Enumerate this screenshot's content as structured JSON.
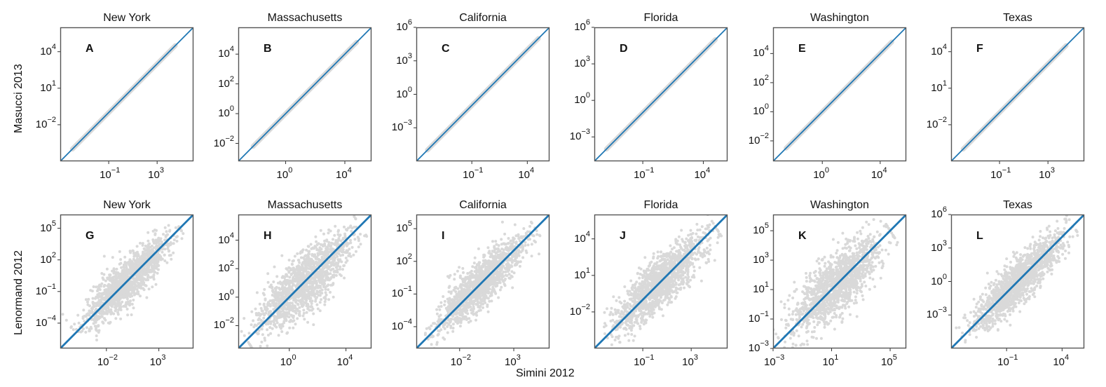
{
  "figure": {
    "row_ylabels": [
      "Masucci 2013",
      "Lenormand 2012"
    ],
    "xlabel": "Simini 2012",
    "colors": {
      "diagonal": "#1f77b4",
      "points": "#d9d9d9",
      "frame": "#555555"
    }
  },
  "chart_data": [
    {
      "type": "scatter",
      "panel": "A",
      "title": "New York",
      "ylabel": "Masucci 2013",
      "xlabel": "Simini 2012",
      "scale": "log",
      "xticks": [
        "10^-1",
        "10^3"
      ],
      "yticks": [
        "10^4",
        "10^1",
        "10^-2"
      ],
      "x_range_log10": [
        -5,
        6
      ],
      "y_range_log10": [
        -5,
        6
      ],
      "fit": "points tightly on y=x",
      "points_log10_range": [
        -4,
        4.5
      ]
    },
    {
      "type": "scatter",
      "panel": "B",
      "title": "Massachusetts",
      "ylabel": "Masucci 2013",
      "xlabel": "Simini 2012",
      "scale": "log",
      "xticks": [
        "10^0",
        "10^4"
      ],
      "yticks": [
        "10^4",
        "10^2",
        "10^0",
        "10^-2"
      ],
      "x_range_log10": [
        -3.2,
        5.8
      ],
      "y_range_log10": [
        -3.2,
        5.8
      ],
      "fit": "points tightly on y=x",
      "points_log10_range": [
        -2.2,
        4.8
      ]
    },
    {
      "type": "scatter",
      "panel": "C",
      "title": "California",
      "ylabel": "Masucci 2013",
      "xlabel": "Simini 2012",
      "scale": "log",
      "xticks": [
        "10^-1",
        "10^4"
      ],
      "yticks": [
        "10^6",
        "10^3",
        "10^0",
        "10^-3"
      ],
      "x_range_log10": [
        -6,
        6
      ],
      "y_range_log10": [
        -6,
        6
      ],
      "fit": "points tightly on y=x",
      "points_log10_range": [
        -5,
        5
      ]
    },
    {
      "type": "scatter",
      "panel": "D",
      "title": "Florida",
      "ylabel": "Masucci 2013",
      "xlabel": "Simini 2012",
      "scale": "log",
      "xticks": [
        "10^-1",
        "10^4"
      ],
      "yticks": [
        "10^6",
        "10^3",
        "10^0",
        "10^-3"
      ],
      "x_range_log10": [
        -5,
        6
      ],
      "y_range_log10": [
        -5,
        6
      ],
      "fit": "points tightly on y=x",
      "points_log10_range": [
        -4,
        5
      ]
    },
    {
      "type": "scatter",
      "panel": "E",
      "title": "Washington",
      "ylabel": "Masucci 2013",
      "xlabel": "Simini 2012",
      "scale": "log",
      "xticks": [
        "10^0",
        "10^4"
      ],
      "yticks": [
        "10^4",
        "10^2",
        "10^0",
        "10^-2"
      ],
      "x_range_log10": [
        -3.4,
        5.8
      ],
      "y_range_log10": [
        -3.4,
        5.8
      ],
      "fit": "points tightly on y=x",
      "points_log10_range": [
        -2.5,
        4.8
      ]
    },
    {
      "type": "scatter",
      "panel": "F",
      "title": "Texas",
      "ylabel": "Masucci 2013",
      "xlabel": "Simini 2012",
      "scale": "log",
      "xticks": [
        "10^-1",
        "10^3"
      ],
      "yticks": [
        "10^4",
        "10^1",
        "10^-2"
      ],
      "x_range_log10": [
        -5,
        6
      ],
      "y_range_log10": [
        -5,
        6
      ],
      "fit": "points tightly on y=x",
      "points_log10_range": [
        -4,
        4.5
      ]
    },
    {
      "type": "scatter",
      "panel": "G",
      "title": "New York",
      "ylabel": "Lenormand 2012",
      "xlabel": "Simini 2012",
      "scale": "log",
      "xticks": [
        "10^-2",
        "10^3"
      ],
      "yticks": [
        "10^5",
        "10^2",
        "10^-1",
        "10^-4"
      ],
      "x_range_log10": [
        -6.4,
        6.3
      ],
      "y_range_log10": [
        -6.4,
        6.3
      ],
      "fit": "broad scatter around y=x",
      "points_log10_range": [
        -5,
        5
      ]
    },
    {
      "type": "scatter",
      "panel": "H",
      "title": "Massachusetts",
      "ylabel": "Lenormand 2012",
      "xlabel": "Simini 2012",
      "scale": "log",
      "xticks": [
        "10^0",
        "10^4"
      ],
      "yticks": [
        "10^4",
        "10^2",
        "10^0",
        "10^-2"
      ],
      "x_range_log10": [
        -3.6,
        5.8
      ],
      "y_range_log10": [
        -3.6,
        5.8
      ],
      "fit": "broad scatter around y=x",
      "points_log10_range": [
        -3,
        5
      ]
    },
    {
      "type": "scatter",
      "panel": "I",
      "title": "California",
      "ylabel": "Lenormand 2012",
      "xlabel": "Simini 2012",
      "scale": "log",
      "xticks": [
        "10^-2",
        "10^3"
      ],
      "yticks": [
        "10^5",
        "10^2",
        "10^-1",
        "10^-4"
      ],
      "x_range_log10": [
        -6,
        6.3
      ],
      "y_range_log10": [
        -6,
        6.3
      ],
      "fit": "broad scatter around y=x",
      "points_log10_range": [
        -5,
        5
      ]
    },
    {
      "type": "scatter",
      "panel": "J",
      "title": "Florida",
      "ylabel": "Lenormand 2012",
      "xlabel": "Simini 2012",
      "scale": "log",
      "xticks": [
        "10^-1",
        "10^3"
      ],
      "yticks": [
        "10^4",
        "10^1",
        "10^-2"
      ],
      "x_range_log10": [
        -5,
        6
      ],
      "y_range_log10": [
        -5,
        6
      ],
      "fit": "broad scatter around y=x",
      "points_log10_range": [
        -4,
        5
      ]
    },
    {
      "type": "scatter",
      "panel": "K",
      "title": "Washington",
      "ylabel": "Lenormand 2012",
      "xlabel": "Simini 2012",
      "scale": "log",
      "xticks": [
        "10^-3",
        "10^1",
        "10^5"
      ],
      "yticks": [
        "10^5",
        "10^3",
        "10^1",
        "10^-1",
        "10^-3"
      ],
      "x_range_log10": [
        -3,
        6.1
      ],
      "y_range_log10": [
        -3,
        6.1
      ],
      "fit": "broad scatter around y=x",
      "points_log10_range": [
        -2.5,
        5
      ]
    },
    {
      "type": "scatter",
      "panel": "L",
      "title": "Texas",
      "ylabel": "Lenormand 2012",
      "xlabel": "Simini 2012",
      "scale": "log",
      "xticks": [
        "10^-1",
        "10^4"
      ],
      "yticks": [
        "10^6",
        "10^3",
        "10^0",
        "10^-3"
      ],
      "x_range_log10": [
        -6,
        6
      ],
      "y_range_log10": [
        -6,
        6
      ],
      "fit": "broad scatter around y=x",
      "points_log10_range": [
        -5,
        5
      ]
    }
  ]
}
